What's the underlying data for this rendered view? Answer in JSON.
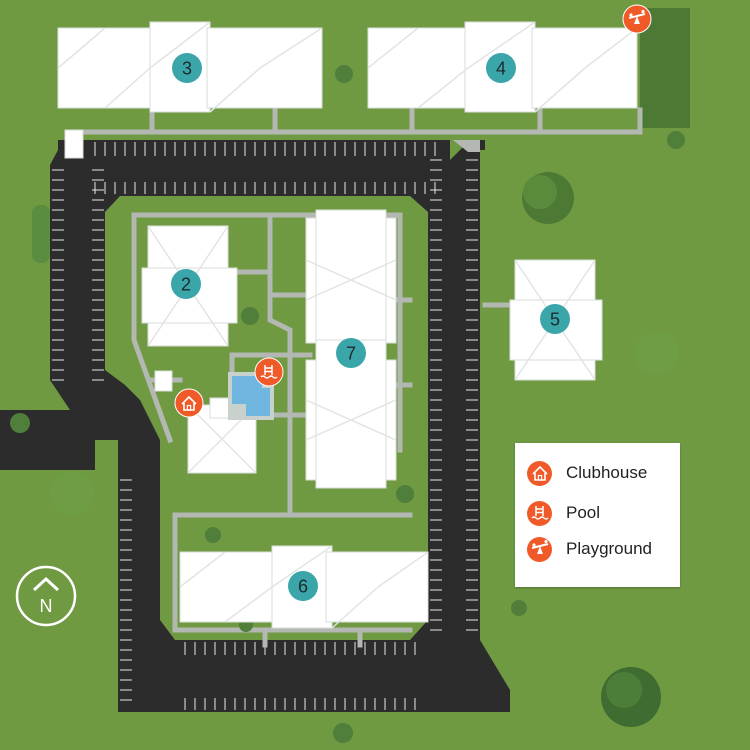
{
  "colors": {
    "grass": "#6f9a42",
    "grass_dark": "#4c7a35",
    "asphalt": "#2c2c2c",
    "sidewalk": "#b3b8b2",
    "roof_light": "#ffffff",
    "roof_shade": "#e8ebea",
    "marker_teal": "#3aa6aa",
    "amenity_orange": "#ef5a28",
    "pool_water": "#6fb7e0"
  },
  "buildings": [
    {
      "number": "2"
    },
    {
      "number": "3"
    },
    {
      "number": "4"
    },
    {
      "number": "5"
    },
    {
      "number": "6"
    },
    {
      "number": "7"
    }
  ],
  "amenities": [
    {
      "name": "Clubhouse",
      "icon": "house-icon"
    },
    {
      "name": "Pool",
      "icon": "pool-ladder-icon"
    },
    {
      "name": "Playground",
      "icon": "seesaw-icon"
    }
  ],
  "legend": {
    "items": [
      {
        "label": "Clubhouse",
        "icon": "house-icon"
      },
      {
        "label": "Pool",
        "icon": "pool-ladder-icon"
      },
      {
        "label": "Playground",
        "icon": "seesaw-icon"
      }
    ]
  },
  "compass": {
    "label": "N"
  }
}
